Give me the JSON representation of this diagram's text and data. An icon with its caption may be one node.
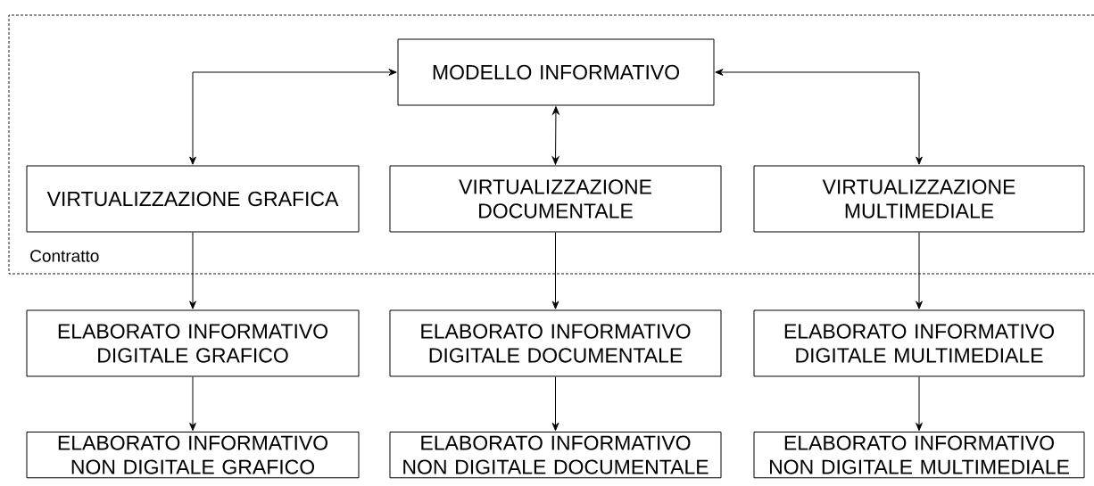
{
  "diagram": {
    "nodes": [
      {
        "text": [
          "Contratto"
        ]
      },
      {
        "text": [
          "MODELLO INFORMATIVO"
        ],
        "in": 0
      },
      {
        "text": [
          "VIRTUALIZZAZIONE GRAFICA"
        ],
        "in": 0
      },
      {
        "text": [
          "VIRTUALIZZAZIONE DOCUMENTALE"
        ],
        "in": 0
      },
      {
        "text": [
          "VIRTUALIZZAZIONE MULTIMEDIALE"
        ],
        "in": 0
      },
      {
        "text": [
          "ELABORATO INFORMATIVO DIGITALE GRAFICO"
        ]
      },
      {
        "text": [
          "ELABORATO INFORMATIVO DIGITALE DOCUMENTALE"
        ]
      },
      {
        "text": [
          "ELABORATO INFORMATIVO DIGITALE MULTIMEDIALE"
        ]
      },
      {
        "text": [
          "ELABORATO INFORMATIVO NON DIGITALE GRAFICO"
        ]
      },
      {
        "text": [
          "ELABORATO INFORMATIVO NON DIGITALE DOCUMENTALE"
        ]
      },
      {
        "text": [
          "ELABORATO INFORMATIVO NON DIGITALE MULTIMEDIALE"
        ]
      }
    ],
    "edges": [
      {
        "from": 1,
        "to": 2,
        "arrow": "both"
      },
      {
        "from": 1,
        "to": 3,
        "arrow": "both"
      },
      {
        "from": 1,
        "to": 4,
        "arrow": "both"
      },
      {
        "from": 2,
        "to": 5,
        "arrow": "to"
      },
      {
        "from": 3,
        "to": 6,
        "arrow": "to"
      },
      {
        "from": 4,
        "to": 7,
        "arrow": "to"
      },
      {
        "from": 5,
        "to": 8,
        "arrow": "to"
      },
      {
        "from": 6,
        "to": 9,
        "arrow": "to"
      },
      {
        "from": 7,
        "to": 10,
        "arrow": "to"
      }
    ]
  }
}
